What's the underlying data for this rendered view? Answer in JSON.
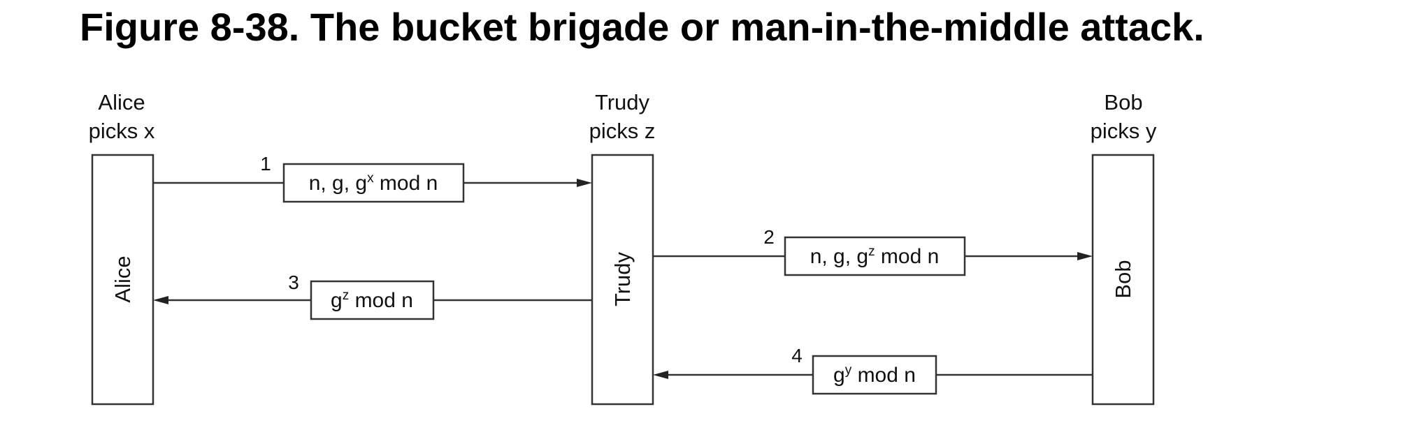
{
  "figure": {
    "title": "Figure 8-38. The bucket brigade or man-in-the-middle attack."
  },
  "parties": [
    {
      "name": "Alice",
      "caption_line1": "Alice",
      "caption_line2": "picks x"
    },
    {
      "name": "Trudy",
      "caption_line1": "Trudy",
      "caption_line2": "picks z"
    },
    {
      "name": "Bob",
      "caption_line1": "Bob",
      "caption_line2": "picks y"
    }
  ],
  "messages": [
    {
      "step": "1",
      "base": "n, g, g",
      "sup": "x",
      "rest": " mod n",
      "from": "Alice",
      "to": "Trudy"
    },
    {
      "step": "2",
      "base": "n, g, g",
      "sup": "z",
      "rest": " mod n",
      "from": "Trudy",
      "to": "Bob"
    },
    {
      "step": "3",
      "base": "g",
      "sup": "z",
      "rest": " mod n",
      "from": "Trudy",
      "to": "Alice"
    },
    {
      "step": "4",
      "base": "g",
      "sup": "y",
      "rest": " mod n",
      "from": "Bob",
      "to": "Trudy"
    }
  ]
}
